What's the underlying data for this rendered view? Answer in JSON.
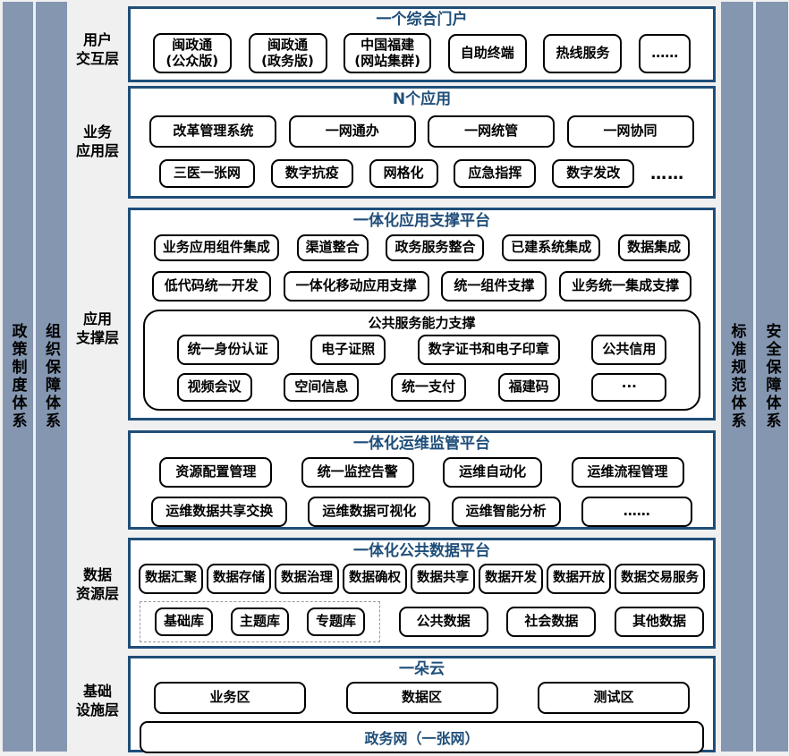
{
  "colors": {
    "pillar_bg": "#8496B0",
    "frame_blue": "#1F4E79",
    "title_blue": "#1F4E79",
    "page_bg": "#F0F0F1",
    "box_border": "#000000"
  },
  "pillars": {
    "left": [
      "政策制度体系",
      "组织保障体系"
    ],
    "right": [
      "标准规范体系",
      "安全保障体系"
    ]
  },
  "layers": [
    "用户\n交互层",
    "业务\n应用层",
    "应用\n支撑层",
    "数据\n资源层",
    "基础\n设施层"
  ],
  "portal": {
    "title": "一个综合门户",
    "items": [
      "闽政通\n(公众版)",
      "闽政通\n(政务版)",
      "中国福建\n(网站集群)",
      "自助终端",
      "热线服务",
      "……"
    ]
  },
  "apps": {
    "title": "N个应用",
    "row1": [
      "改革管理系统",
      "一网通办",
      "一网统管",
      "一网协同"
    ],
    "row2": [
      "三医一张网",
      "数字抗疫",
      "网格化",
      "应急指挥",
      "数字发改"
    ],
    "more": "……"
  },
  "app_support": {
    "title": "一体化应用支撑平台",
    "row1": [
      "业务应用组件集成",
      "渠道整合",
      "政务服务整合",
      "已建系统集成",
      "数据集成"
    ],
    "row2": [
      "低代码统一开发",
      "一体化移动应用支撑",
      "统一组件支撑",
      "业务统一集成支撑"
    ],
    "public_services": {
      "title": "公共服务能力支撑",
      "row1": [
        "统一身份认证",
        "电子证照",
        "数字证书和电子印章",
        "公共信用"
      ],
      "row2": [
        "视频会议",
        "空间信息",
        "统一支付",
        "福建码",
        "···"
      ]
    }
  },
  "ops": {
    "title": "一体化运维监管平台",
    "row1": [
      "资源配置管理",
      "统一监控告警",
      "运维自动化",
      "运维流程管理"
    ],
    "row2": [
      "运维数据共享交换",
      "运维数据可视化",
      "运维智能分析",
      "……"
    ]
  },
  "data_platform": {
    "title": "一体化公共数据平台",
    "row1": [
      "数据汇聚",
      "数据存储",
      "数据治理",
      "数据确权",
      "数据共享",
      "数据开发",
      "数据开放",
      "数据交易服务"
    ],
    "libraries": [
      "基础库",
      "主题库",
      "专题库"
    ],
    "row2": [
      "公共数据",
      "社会数据",
      "其他数据"
    ]
  },
  "cloud": {
    "title": "一朵云",
    "zones": [
      "业务区",
      "数据区",
      "测试区"
    ],
    "network": "政务网（一张网）"
  }
}
